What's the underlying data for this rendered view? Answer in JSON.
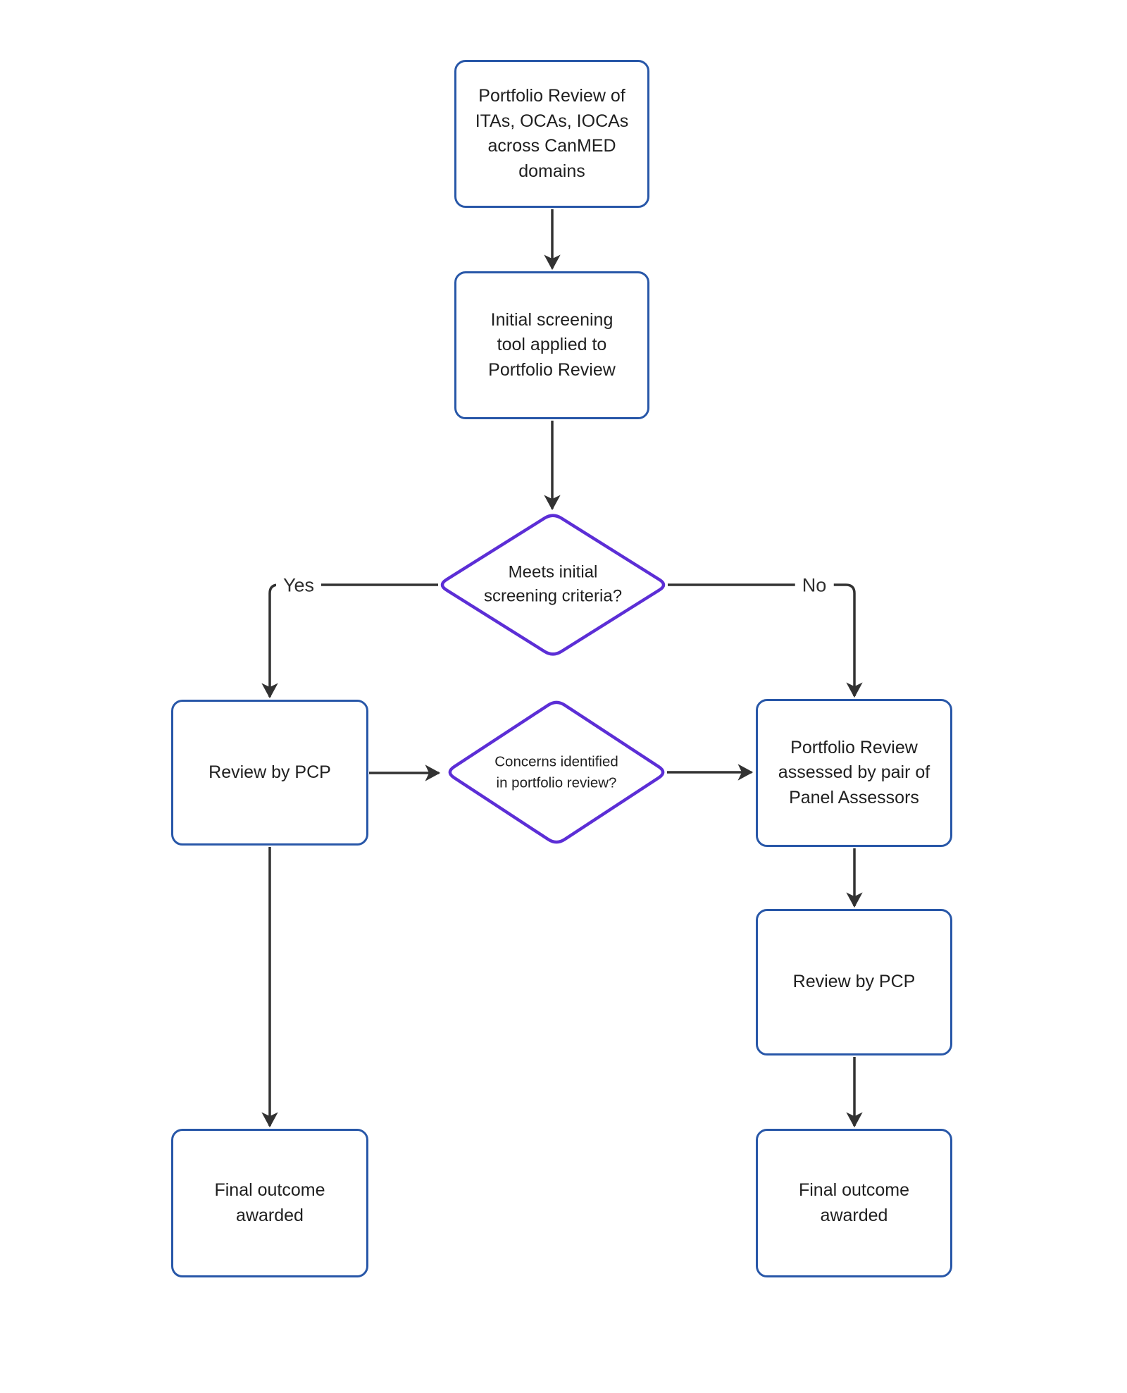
{
  "diagram": {
    "type": "flowchart",
    "colors": {
      "process_border": "#2857a8",
      "decision_border": "#5c2ed6",
      "connector": "#323232",
      "text": "#1f1f1f",
      "background": "#ffffff"
    },
    "nodes": {
      "portfolio_review": {
        "shape": "rect",
        "label": "Portfolio Review of ITAs, OCAs, IOCAs across CanMED domains"
      },
      "initial_screening": {
        "shape": "rect",
        "label": "Initial screening tool applied to Portfolio Review"
      },
      "meets_criteria": {
        "shape": "diamond",
        "label": "Meets initial screening criteria?"
      },
      "review_pcp_left": {
        "shape": "rect",
        "label": "Review by PCP"
      },
      "concerns_identified": {
        "shape": "diamond",
        "label": "Concerns identified in portfolio review?"
      },
      "panel_assessors": {
        "shape": "rect",
        "label": "Portfolio Review assessed by pair of Panel Assessors"
      },
      "review_pcp_right": {
        "shape": "rect",
        "label": "Review by PCP"
      },
      "final_outcome_left": {
        "shape": "rect",
        "label": "Final outcome awarded"
      },
      "final_outcome_right": {
        "shape": "rect",
        "label": "Final outcome awarded"
      }
    },
    "edge_labels": {
      "yes": "Yes",
      "no": "No"
    },
    "edges": [
      {
        "from": "portfolio_review",
        "to": "initial_screening"
      },
      {
        "from": "initial_screening",
        "to": "meets_criteria"
      },
      {
        "from": "meets_criteria",
        "to": "review_pcp_left",
        "label": "Yes"
      },
      {
        "from": "meets_criteria",
        "to": "panel_assessors",
        "label": "No"
      },
      {
        "from": "review_pcp_left",
        "to": "concerns_identified"
      },
      {
        "from": "concerns_identified",
        "to": "panel_assessors"
      },
      {
        "from": "panel_assessors",
        "to": "review_pcp_right"
      },
      {
        "from": "review_pcp_right",
        "to": "final_outcome_right"
      },
      {
        "from": "review_pcp_left",
        "to": "final_outcome_left"
      }
    ]
  }
}
